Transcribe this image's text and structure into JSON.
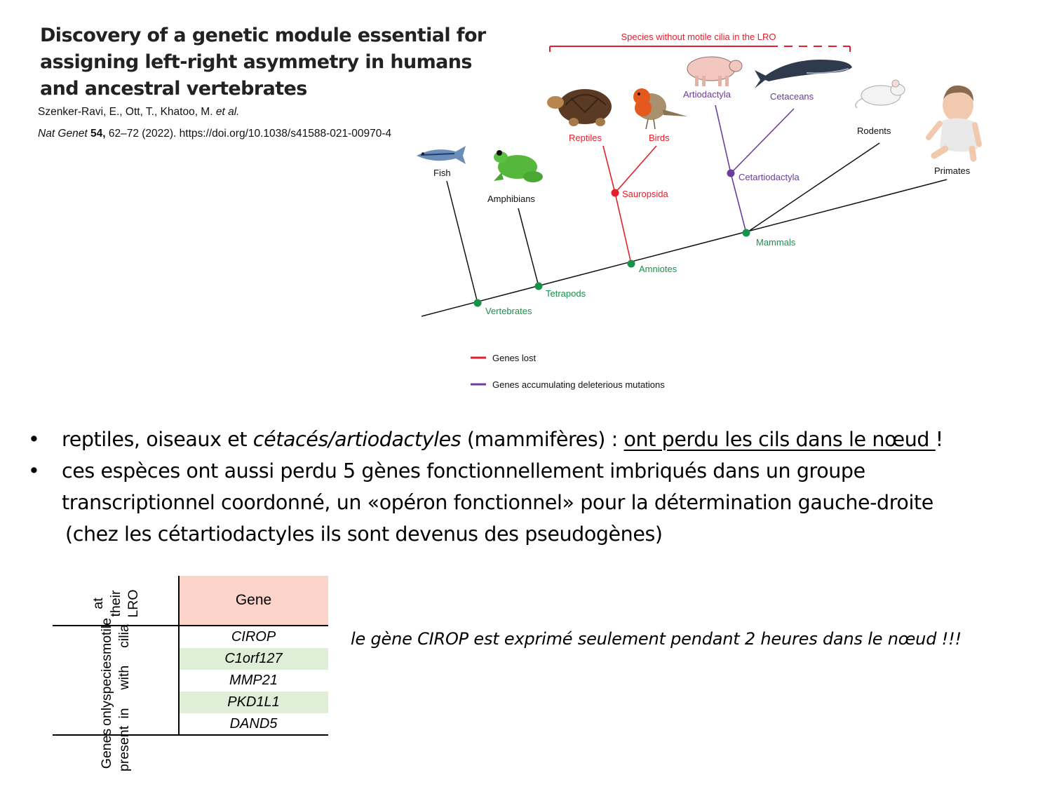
{
  "paper": {
    "title": "Discovery of a genetic module essential for assigning left-right asymmetry in humans and ancestral vertebrates",
    "authors": "Szenker-Ravi, E., Ott, T., Khatoo, M.",
    "et_al": "et al.",
    "journal": "Nat Genet",
    "volume": "54,",
    "pages_doi": " 62–72 (2022). https://doi.org/10.1038/s41588-021-00970-4"
  },
  "tree": {
    "bracket_label": "Species without motile cilia in the LRO",
    "taxa": {
      "fish": "Fish",
      "amphibians": "Amphibians",
      "reptiles": "Reptiles",
      "birds": "Birds",
      "artiodactyla": "Artiodactyla",
      "cetaceans": "Cetaceans",
      "rodents": "Rodents",
      "primates": "Primates"
    },
    "nodes": {
      "vertebrates": "Vertebrates",
      "tetrapods": "Tetrapods",
      "amniotes": "Amniotes",
      "sauropsida": "Sauropsida",
      "cetartiodactyla": "Cetartiodactyla",
      "mammals": "Mammals"
    },
    "legend": {
      "lost": "Genes lost",
      "mutations": "Genes accumulating deleterious mutations"
    },
    "colors": {
      "lost": "#e3202b",
      "mutations": "#6a3d9a",
      "node": "#16924a",
      "line": "#000000"
    }
  },
  "bullets": {
    "b1_a": "reptiles, oiseaux et ",
    "b1_b": "cétacés/artiodactyles",
    "b1_c": " (mammifères) : ",
    "b1_d": "ont perdu les cils dans le nœud ",
    "b1_e": "!",
    "b2_l1": "ces espèces ont aussi perdu 5 gènes fonctionnellement imbriqués dans un groupe",
    "b2_l2": "transcriptionnel coordonné, un «opéron fonctionnel» pour la détermination gauche-droite",
    "b2_l3": "(chez les cétartiodactyles ils sont devenus des pseudogènes)"
  },
  "note": "le gène CIROP est exprimé seulement pendant 2 heures dans le nœud !!!",
  "gene_table": {
    "header": "Gene",
    "row_label": [
      "Genes present",
      "only in",
      "species with",
      "motile cilia",
      "at their LRO"
    ],
    "genes": [
      "CIROP",
      "C1orf127",
      "MMP21",
      "PKD1L1",
      "DAND5"
    ]
  }
}
